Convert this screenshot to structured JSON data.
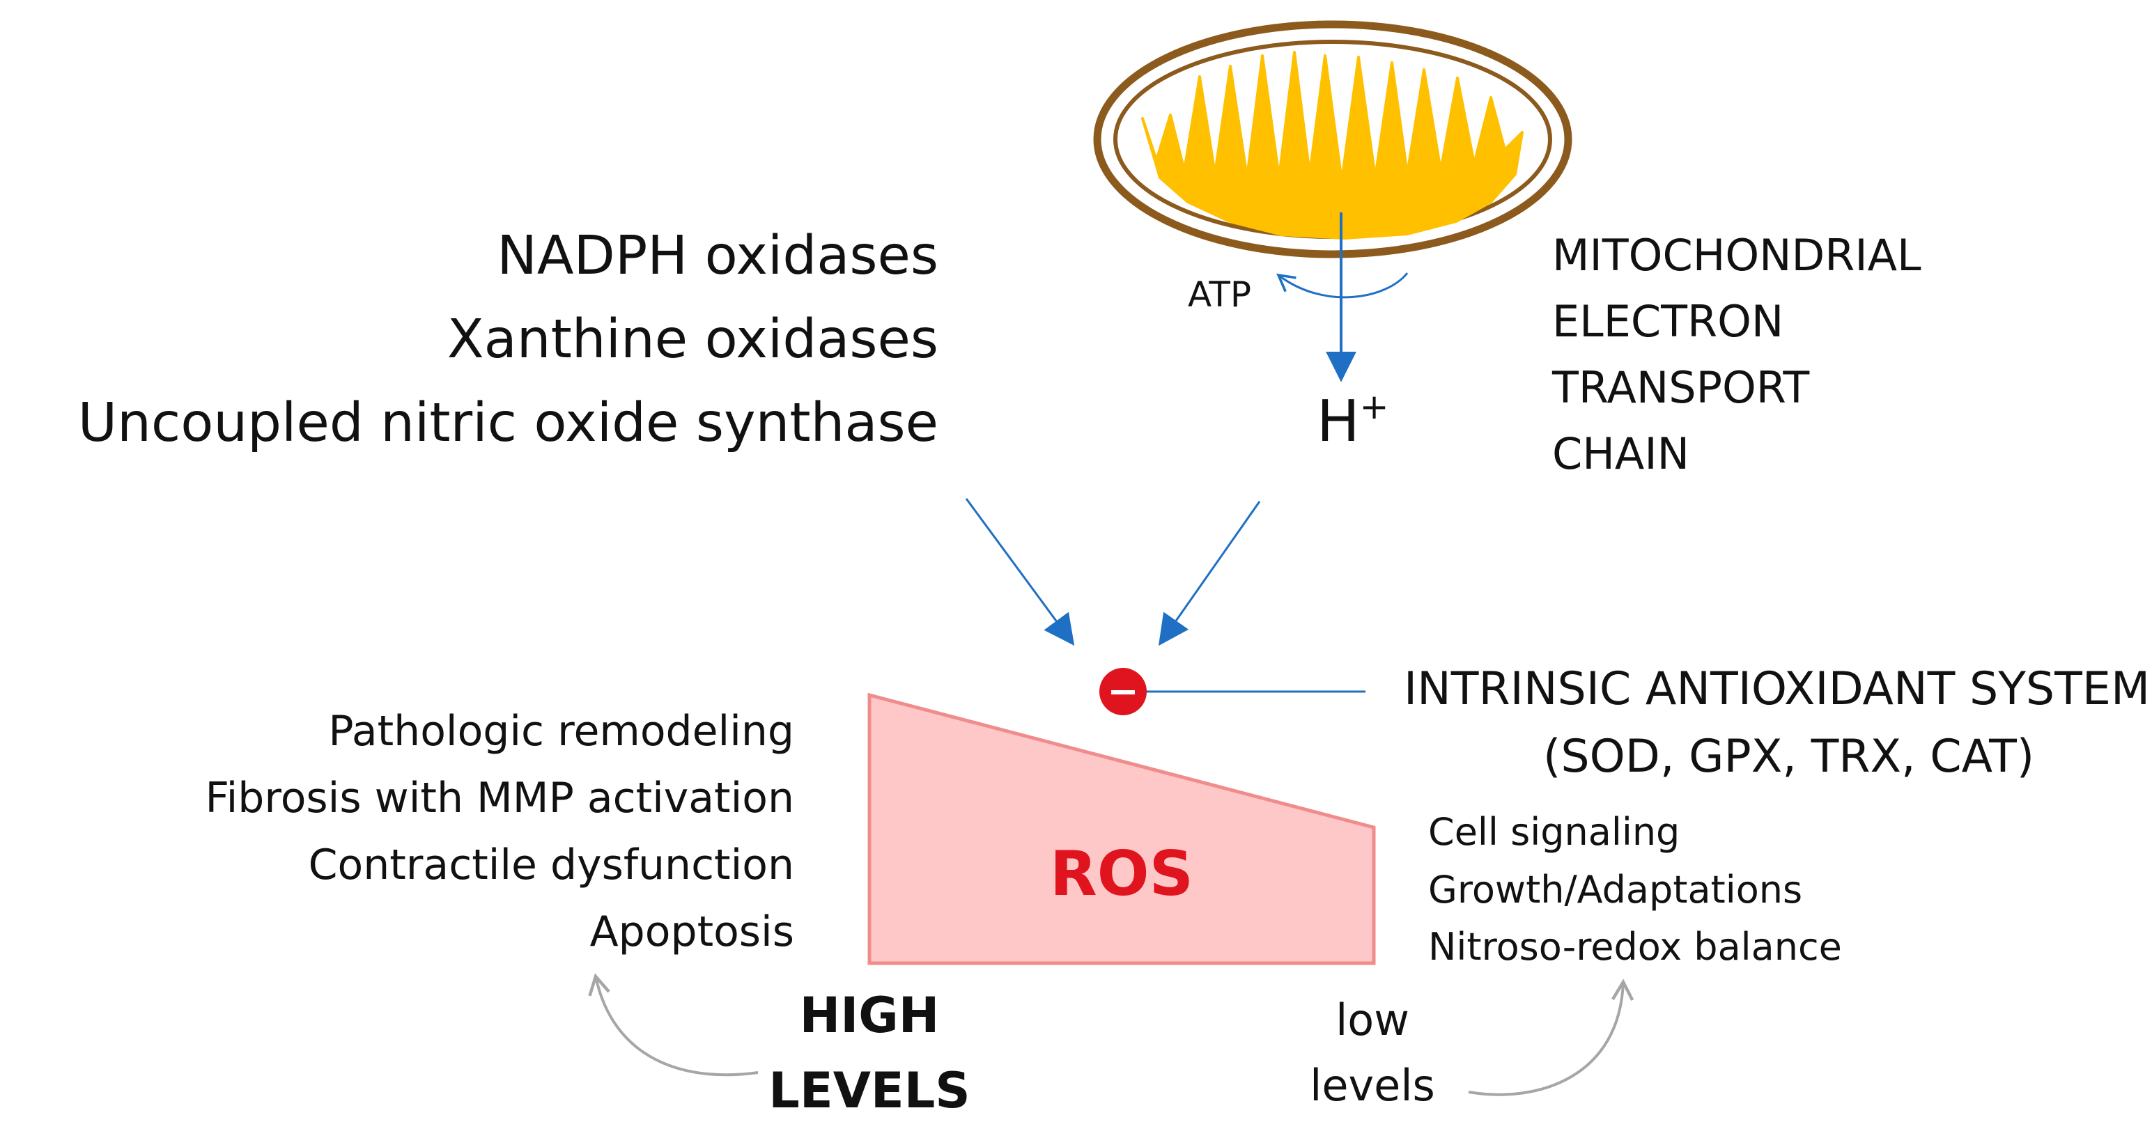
{
  "sources": {
    "enzymes": [
      "NADPH oxidases",
      "Xanthine oxidases",
      "Uncoupled nitric oxide synthase"
    ],
    "mitochondria": {
      "atp_label": "ATP",
      "proton_label": "H",
      "proton_sup": "+",
      "etc_lines": [
        "MITOCHONDRIAL",
        "ELECTRON",
        "TRANSPORT",
        "CHAIN"
      ]
    }
  },
  "antioxidant": {
    "inhibit_symbol": "−",
    "title": "INTRINSIC ANTIOXIDANT SYSTEM",
    "enzymes": "(SOD, GPX, TRX, CAT)"
  },
  "ros": {
    "label": "ROS"
  },
  "high_levels": {
    "label_lines": [
      "HIGH",
      "LEVELS"
    ],
    "effects": [
      "Pathologic remodeling",
      "Fibrosis with MMP activation",
      "Contractile dysfunction",
      "Apoptosis"
    ]
  },
  "low_levels": {
    "label_lines": [
      "low",
      "levels"
    ],
    "effects": [
      "Cell signaling",
      "Growth/Adaptations",
      "Nitroso-redox balance"
    ]
  },
  "colors": {
    "arrow_blue": "#1f6fc4",
    "ros_red": "#e0141e",
    "ros_fill": "#ffc8c8",
    "ros_stroke": "#f08c8c",
    "mito_outer": "#8b5a1c",
    "mito_inner": "#ffc000",
    "gray_arrow": "#a6a6a6"
  }
}
